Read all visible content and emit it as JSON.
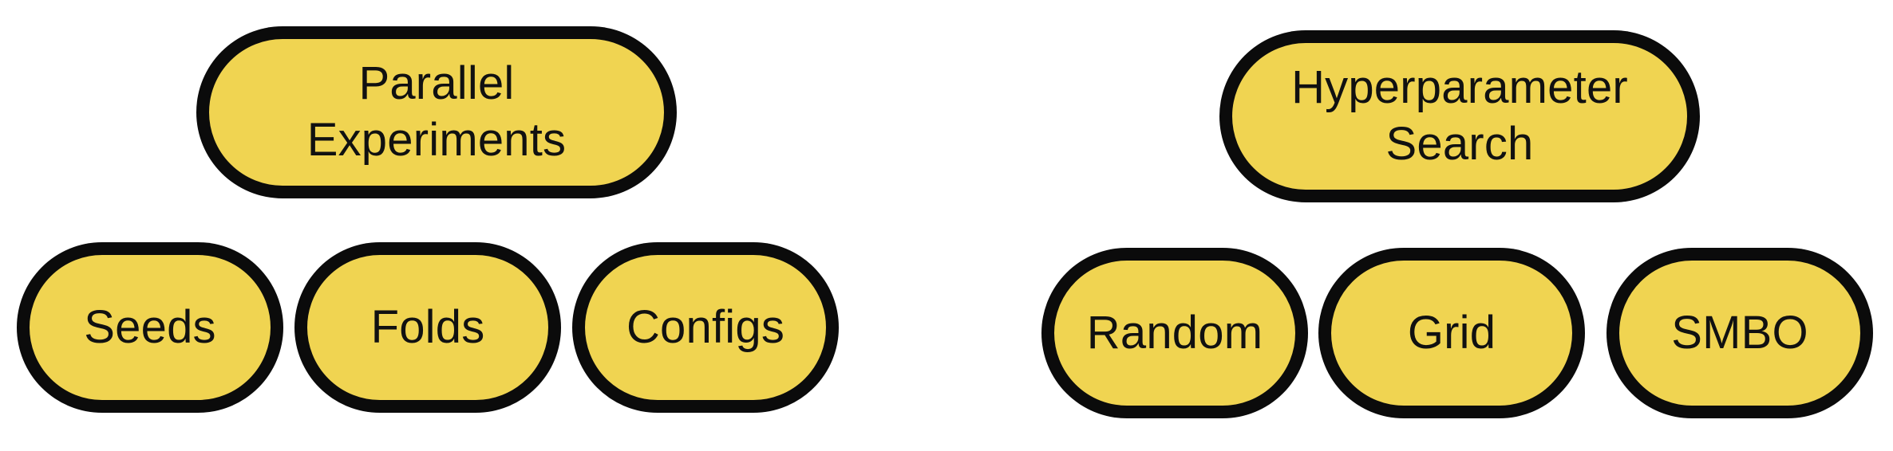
{
  "diagram": {
    "groups": [
      {
        "root": {
          "label": "Parallel\nExperiments"
        },
        "children": [
          {
            "label": "Seeds"
          },
          {
            "label": "Folds"
          },
          {
            "label": "Configs"
          }
        ]
      },
      {
        "root": {
          "label": "Hyperparameter\nSearch"
        },
        "children": [
          {
            "label": "Random"
          },
          {
            "label": "Grid"
          },
          {
            "label": "SMBO"
          }
        ]
      }
    ],
    "colors": {
      "node_fill": "#f0d451",
      "node_border": "#0b0b0b",
      "text": "#111111",
      "background": "#ffffff"
    }
  }
}
